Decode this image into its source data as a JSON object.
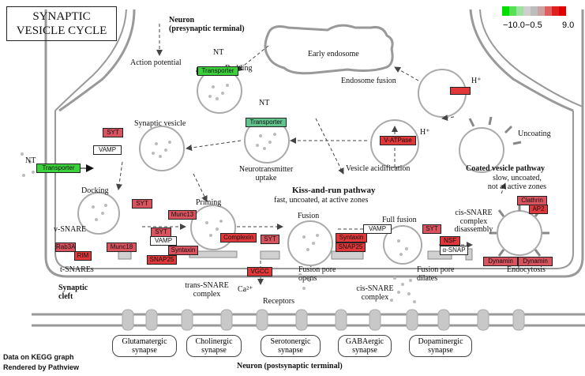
{
  "title": [
    "SYNAPTIC",
    "VESICLE CYCLE"
  ],
  "labels": {
    "presynaptic": [
      "Neuron",
      "(presynaptic terminal)"
    ],
    "postsynaptic": "Neuron (postsynaptic terminal)",
    "action_potential": "Action potential",
    "budding": "Budding",
    "early_endosome": "Early endosome",
    "endosome_fusion": "Endosome fusion",
    "synaptic_vesicle": "Synaptic vesicle",
    "nt_uptake": [
      "Neurotransmitter",
      "uptake"
    ],
    "vesicle_acidification": "Vesicle acidification",
    "uncoating": "Uncoating",
    "coated_pathway": "Coated vesicle pathway",
    "coated_desc": [
      "slow, uncoated,",
      "not at active zones"
    ],
    "kiss_run": "Kiss-and-run pathway",
    "kiss_run_desc": "fast, uncoated, at active zones",
    "docking": "Docking",
    "priming": "Priming",
    "fusion": "Fusion",
    "full_fusion": "Full fusion",
    "cis_snare_disassembly": [
      "cis-SNARE",
      "complex",
      "disassembly"
    ],
    "v_snare": "v-SNARE",
    "t_snares": "t-SNAREs",
    "trans_snare": [
      "trans-SNARE",
      "complex"
    ],
    "fusion_pore_opens": [
      "Fusion pore",
      "opens"
    ],
    "fusion_pore_dilates": [
      "Fusion pore",
      "dilates"
    ],
    "cis_snare": [
      "cis-SNARE",
      "complex"
    ],
    "endocytosis": "Endocytosis",
    "synaptic_cleft": [
      "Synaptic",
      "cleft"
    ],
    "receptors": "Receptors",
    "ca": "Ca²⁺",
    "nt1": "NT",
    "nt2": "NT",
    "nt3": "NT",
    "h1": "H⁺",
    "h2": "H⁺",
    "footer": [
      "Data on KEGG graph",
      "Rendered by Pathview"
    ]
  },
  "nodes": {
    "transporter_top": "Transporter",
    "transporter_mid": "Transporter",
    "transporter_left": "Transporter",
    "v_atpase": "V-ATPase",
    "endosome_pump": "",
    "syt1": "SYT",
    "vamp1": "VAMP",
    "syt2": "SYT",
    "munc13": "Munc13",
    "syt3": "SYT",
    "vamp2": "VAMP",
    "syntaxin1": "Syntaxin",
    "snap25_1": "SNAP25",
    "rab3a": "Rab3A",
    "rim": "RIM",
    "munc18": "Munc18",
    "complexin": "Complexin",
    "syt4": "SYT",
    "vgcc": "VGCC",
    "syntaxin2": "Syntaxin",
    "snap25_2": "SNAP25",
    "vamp3": "VAMP",
    "syt5": "SYT",
    "nsf": "NSF",
    "a_snap": "α-SNAP",
    "clathrin": "Clathrin",
    "ap2": "AP2",
    "dynamin1": "Dynamin",
    "dynamin2": "Dynamin"
  },
  "synapses": [
    [
      "Glutamatergic",
      "synapse"
    ],
    [
      "Cholinergic",
      "synapse"
    ],
    [
      "Serotonergic",
      "synapse"
    ],
    [
      "GABAergic",
      "synapse"
    ],
    [
      "Dopaminergic",
      "synapse"
    ]
  ],
  "legend": {
    "ticks": [
      "−10.0",
      "−0.5",
      "9.0"
    ],
    "colors": [
      "#00e000",
      "#55e055",
      "#9fe29f",
      "#cfcfcf",
      "#bdbdbd",
      "#cfa0a0",
      "#e06060",
      "#e02020",
      "#e00000"
    ]
  }
}
